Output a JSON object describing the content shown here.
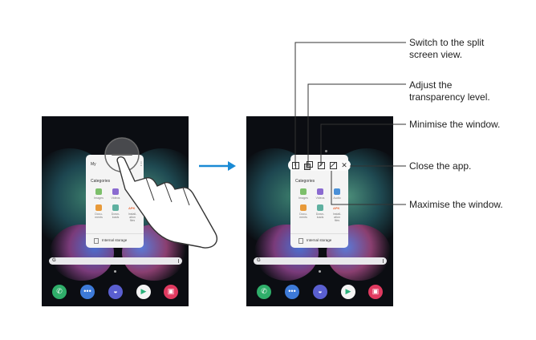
{
  "popup": {
    "title_fragment": "My",
    "categories_label": "Categories",
    "items": [
      {
        "label": "Images"
      },
      {
        "label": "Videos"
      },
      {
        "label": "Audio"
      },
      {
        "label": "Docu-ments"
      },
      {
        "label": "Down-loads"
      },
      {
        "label": "Install-ation files"
      }
    ],
    "storage_label": "Internal storage",
    "apk_text": "APK"
  },
  "search_bar": {
    "logo": "G"
  },
  "dock_icons": [
    "phone-icon",
    "messages-icon",
    "internet-icon",
    "play-store-icon",
    "gallery-icon"
  ],
  "callouts": {
    "split": "Switch to the split screen view.",
    "transparency": "Adjust the transparency level.",
    "minimise": "Minimise the window.",
    "close": "Close the app.",
    "maximise": "Maximise the window."
  },
  "colors": {
    "arrow": "#1a8ad4",
    "screen_bg": "#0b0d12",
    "popup_bg": "#f4f4f4"
  }
}
